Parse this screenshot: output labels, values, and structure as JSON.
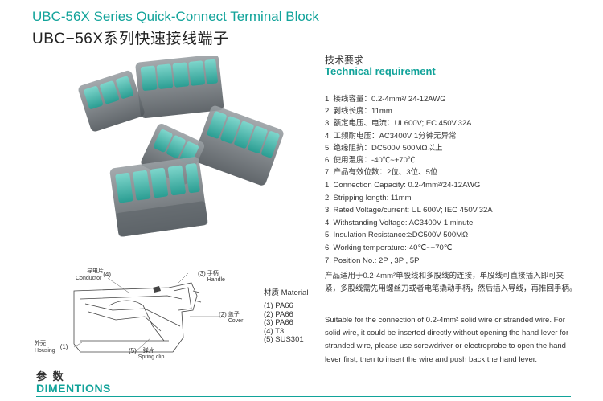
{
  "header": {
    "title_en": "UBC-56X Series Quick-Connect Terminal Block",
    "title_cn": "UBC−56X系列快速接线端子"
  },
  "requirement": {
    "heading_cn": "技术要求",
    "heading_en": "Technical requirement",
    "specs_cn": [
      "1. 接线容量：0.2-4mm²/ 24-12AWG",
      "2. 剥线长度：11mm",
      "3. 额定电压、电流：UL600V;IEC 450V,32A",
      "4. 工频耐电压：AC3400V 1分钟无异常",
      "5. 绝缘阻抗：DC500V 500MΩ以上",
      "6. 使用温度：-40℃~+70℃",
      "7. 产品有效位数：2位、3位、5位"
    ],
    "specs_en": [
      "1. Connection Capacity: 0.2-4mm²/24-12AWG",
      "2. Stripping length: 11mm",
      "3. Rated Voltage/current: UL 600V; IEC 450V,32A",
      "4. Withstanding Voltage: AC3400V 1 minute",
      "5. Insulation Resistance:≥DC500V 500MΩ",
      "6. Working temperature:-40℃~+70℃",
      "7. Position No.: 2P , 3P , 5P"
    ],
    "desc_cn": "产品适用于0.2-4mm²单股线和多股线的连接，单股线可直接插入即可夹紧，多股线需先用螺丝刀或者电笔撬动手柄，然后插入导线，再推回手柄。",
    "desc_en": "Suitable for the connection of 0.2-4mm² solid wire or stranded wire. For solid wire, it could be inserted directly without opening the hand lever for stranded wire, please use screwdriver or electroprobe to open the hand lever first, then to insert the wire and push back the hand lever."
  },
  "diagram": {
    "labels": {
      "conductor_cn": "导电片",
      "conductor_en": "Conductor",
      "conductor_no": "(4)",
      "handle_cn": "手柄",
      "handle_en": "Handle",
      "handle_no": "(3)",
      "cover_cn": "盖子",
      "cover_en": "Cover",
      "cover_no": "(2)",
      "housing_cn": "外壳",
      "housing_en": "Housing",
      "housing_no": "(1)",
      "spring_cn": "弹片",
      "spring_en": "Spring clip",
      "spring_no": "(5)"
    }
  },
  "materials": {
    "title": "材质 Material",
    "items": [
      "(1) PA66",
      "(2) PA66",
      "(3) PA66",
      "(4) T3",
      "(5) SUS301"
    ]
  },
  "dimensions": {
    "heading_cn": "参 数",
    "heading_en": "DIMENTIONS"
  },
  "colors": {
    "accent": "#12a39a",
    "lever": "#3fb9ae",
    "housing": "#6e7479"
  }
}
